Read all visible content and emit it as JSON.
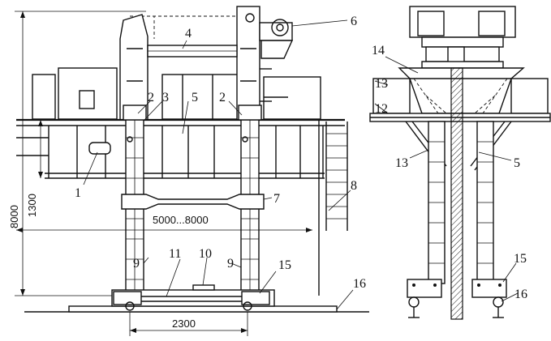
{
  "labels": {
    "n1": "1",
    "n2a": "2",
    "n2b": "2",
    "n3": "3",
    "n4": "4",
    "n5a": "5",
    "n5b": "5",
    "n6": "6",
    "n7": "7",
    "n8": "8",
    "n9a": "9",
    "n9b": "9",
    "n10": "10",
    "n11": "11",
    "n12": "12",
    "n13a": "13",
    "n13b": "13",
    "n14": "14",
    "n15a": "15",
    "n15b": "15",
    "n16a": "16",
    "n16b": "16"
  },
  "dimensions": {
    "height_total": "8000",
    "height_floor": "1300",
    "span": "5000...8000",
    "track": "2300"
  }
}
